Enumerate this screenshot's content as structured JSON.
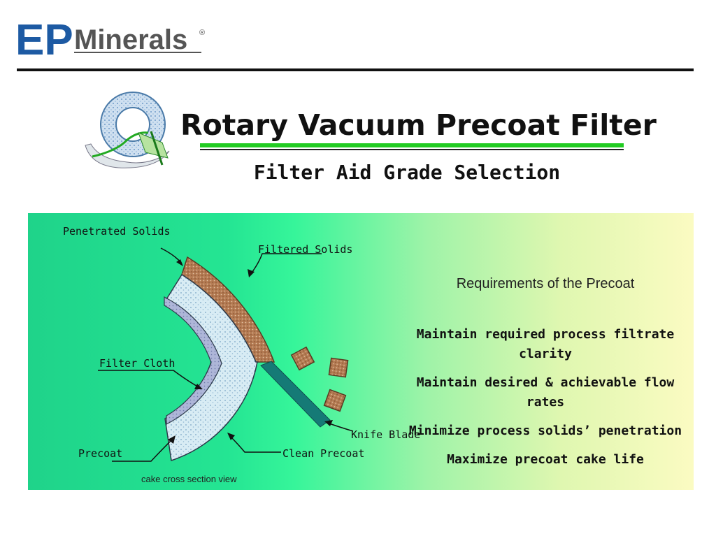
{
  "brand": {
    "logo_mark": "EP",
    "logo_name": "Minerals",
    "logo_reg": "®",
    "colors": {
      "logo_blue": "#1d5aa3",
      "accent_green": "#22cc22"
    }
  },
  "header": {
    "title": "Rotary Vacuum Precoat Filter",
    "subtitle": "Filter Aid Grade Selection"
  },
  "diagram": {
    "labels": {
      "penetrated_solids": "Penetrated Solids",
      "filtered_solids": "Filtered Solids",
      "filter_cloth": "Filter Cloth",
      "precoat": "Precoat",
      "clean_precoat": "Clean Precoat",
      "knife_blade": "Knife Blade"
    },
    "caption": "cake cross section view"
  },
  "requirements": {
    "title": "Requirements of the Precoat",
    "items": [
      "Maintain required process filtrate clarity",
      "Maintain desired & achievable flow rates",
      "Minimize process solids’ penetration",
      "Maximize precoat cake life"
    ]
  }
}
